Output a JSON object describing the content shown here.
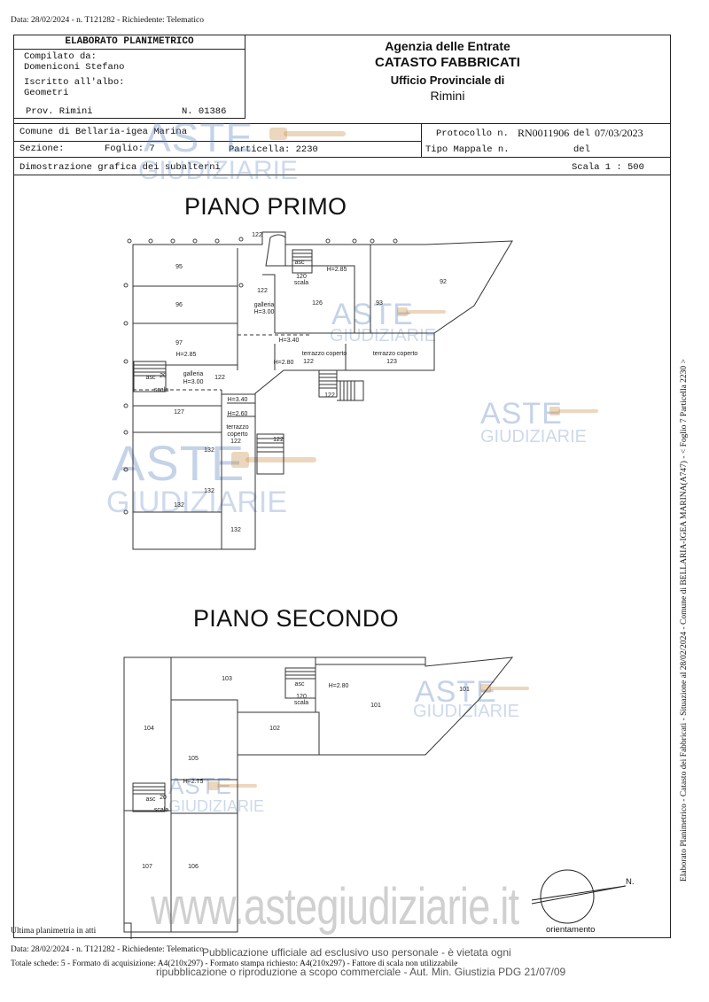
{
  "top_line": "Data: 28/02/2024 - n. T121282 - Richiedente: Telematico",
  "header": {
    "elaborato_title": "ELABORATO PLANIMETRICO",
    "compilato_label": "Compilato da:",
    "compilato_name": "Domeniconi Stefano",
    "iscritto_label": "Iscritto all'albo:",
    "iscritto_value": "Geometri",
    "prov": "Prov. Rimini",
    "numero": "N. 01386",
    "agency_line1": "Agenzia delle Entrate",
    "agency_line2": "CATASTO FABBRICATI",
    "agency_line3": "Ufficio Provinciale di",
    "agency_line4": "Rimini",
    "comune": "Comune di Bellaria-igea Marina",
    "sezione_label": "Sezione:",
    "foglio": "Foglio: 7",
    "particella": "Particella: 2230",
    "protocollo_label": "Protocollo n.",
    "protocollo_value": "RN0011906",
    "del_label": "del",
    "del_value": "07/03/2023",
    "tipo_mappale": "Tipo Mappale n.",
    "del_label2": "del",
    "dimostrazione": "Dimostrazione grafica dei subalterni",
    "scala": "Scala 1 : 500"
  },
  "floors": {
    "primo": "PIANO PRIMO",
    "secondo": "PIANO SECONDO"
  },
  "plan_labels": {
    "r95": "95",
    "r96": "96",
    "r97": "97",
    "r122": "122",
    "r126": "126",
    "r93": "93",
    "r92": "92",
    "r127": "127",
    "r132": "132",
    "r103": "103",
    "r101": "101",
    "r104": "104",
    "r105": "105",
    "r102": "102",
    "r107": "107",
    "r106": "106",
    "r20": "20",
    "galleria": "galleria",
    "h300": "H=3.00",
    "h285": "H=2.85",
    "h280": "H=2.80",
    "h340": "H=3.40",
    "h260": "H=2.60",
    "h275": "H=2.75",
    "terrazzo_coperto": "terrazzo coperto",
    "terrazzo": "terrazzo",
    "coperto": "coperto",
    "scala": "scala",
    "asc": "asc",
    "r120": "120"
  },
  "orientamento": {
    "label": "orientamento",
    "north": "N."
  },
  "side_note": "Elaborato Planimetrico - Catasto dei Fabbricati - Situazione al 28/02/2024 - Comune di BELLARIA-IGEA MARINA(A747) - < Foglio 7 Particella 2230 >",
  "footer": {
    "ultima": "Ultima planimetria in atti",
    "data_line": "Data: 28/02/2024 - n. T121282 - Richiedente: Telematico",
    "totale_line": "Totale schede: 5 - Formato di acquisizione: A4(210x297) - Formato stampa richiesto: A4(210x297) - Fattore di scala non utilizzabile",
    "pub_line1": "Pubblicazione ufficiale ad esclusivo uso personale - è vietata ogni",
    "pub_line2": "ripubblicazione o riproduzione a scopo commerciale - Aut. Min. Giustizia PDG 21/07/09"
  },
  "watermark": {
    "aste": "ASTE",
    "giudiziarie": "GIUDIZIARIE",
    "site": "www.astegiudiziarie.it"
  }
}
